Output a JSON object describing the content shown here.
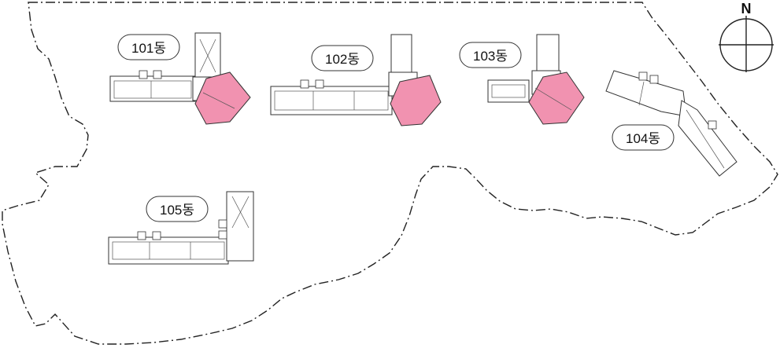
{
  "site_plan": {
    "compass": {
      "north_label": "N"
    },
    "buildings": [
      {
        "id": "101",
        "label": "101동",
        "highlighted": true
      },
      {
        "id": "102",
        "label": "102동",
        "highlighted": true
      },
      {
        "id": "103",
        "label": "103동",
        "highlighted": true
      },
      {
        "id": "104",
        "label": "104동",
        "highlighted": false
      },
      {
        "id": "105",
        "label": "105동",
        "highlighted": false
      }
    ]
  },
  "colors": {
    "highlight": "#f192b0",
    "line": "#222222",
    "background": "#ffffff"
  }
}
